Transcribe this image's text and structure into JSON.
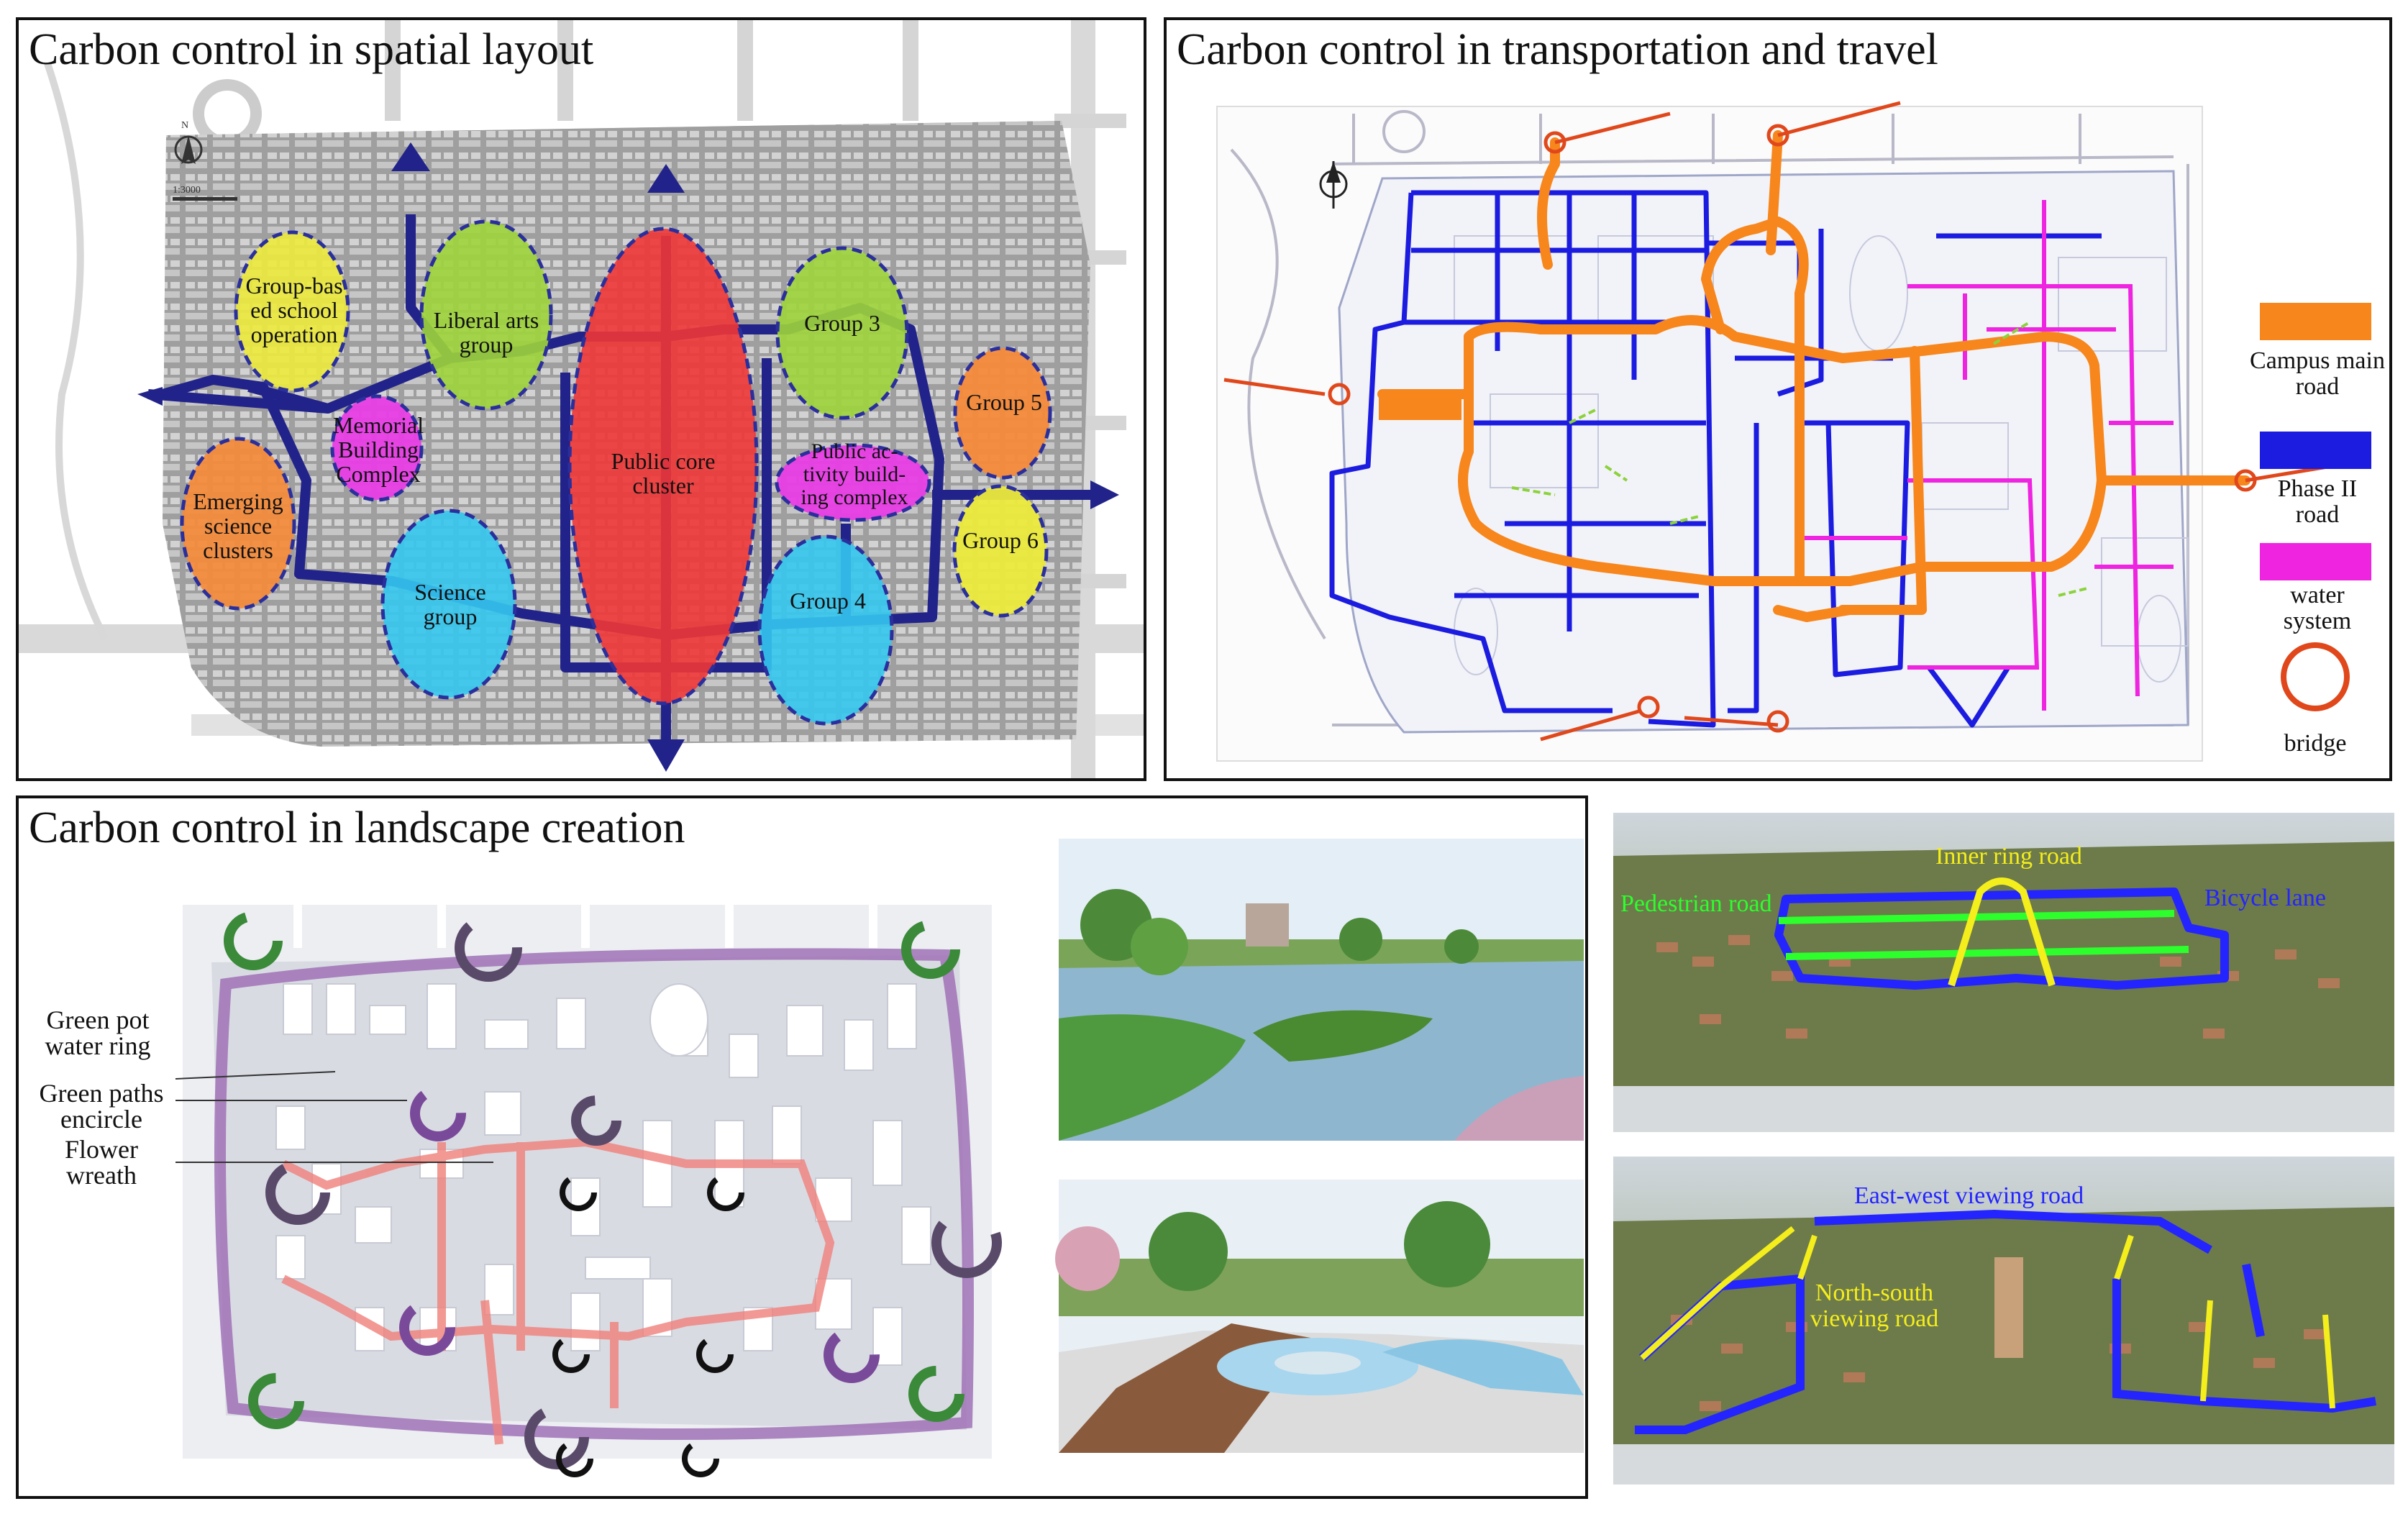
{
  "panels": {
    "spatial": {
      "title": "Carbon control in spatial layout",
      "clusters": [
        {
          "label": "Group-bas ed school operation",
          "color": "#ecea3c"
        },
        {
          "label": "Liberal arts group",
          "color": "#9fd43a"
        },
        {
          "label": "Public core cluster",
          "color": "#f03636"
        },
        {
          "label": "Group 3",
          "color": "#9fd43a"
        },
        {
          "label": "Group 5",
          "color": "#f48a3a"
        },
        {
          "label": "Memorial Building Complex",
          "color": "#e83ee6"
        },
        {
          "label": "Public ac-tivity build-ing complex",
          "color": "#e83ee6"
        },
        {
          "label": "Emerging science clusters",
          "color": "#f48a3a"
        },
        {
          "label": "Group 6",
          "color": "#ecea3c"
        },
        {
          "label": "Science group",
          "color": "#34c6ee"
        },
        {
          "label": "Group 4",
          "color": "#34c6ee"
        }
      ]
    },
    "transport": {
      "title": "Carbon control in transportation and travel",
      "legend": [
        {
          "label": "Campus main road",
          "color": "#f7861c",
          "symbol": "bar"
        },
        {
          "label": "Phase II road",
          "color": "#1c1ce0",
          "symbol": "bar"
        },
        {
          "label": "water system",
          "color": "#ee24e0",
          "symbol": "bar"
        },
        {
          "label": "bridge",
          "color": "#e0481c",
          "symbol": "ring"
        }
      ]
    },
    "landscape": {
      "title": "Carbon control in landscape creation",
      "labels": [
        {
          "label": "Green pot water ring"
        },
        {
          "label": "Green paths encircle"
        },
        {
          "label": "Flower wreath"
        }
      ]
    }
  },
  "aerials": {
    "top": {
      "labels": [
        {
          "text": "Inner ring road",
          "color": "#f4ee1c"
        },
        {
          "text": "Pedestrian road",
          "color": "#2cff2c"
        },
        {
          "text": "Bicycle lane",
          "color": "#2424ff"
        }
      ]
    },
    "bottom": {
      "labels": [
        {
          "text": "East-west viewing road",
          "color": "#2424ff"
        },
        {
          "text": "North-south viewing road",
          "color": "#f4ee1c"
        }
      ]
    }
  }
}
